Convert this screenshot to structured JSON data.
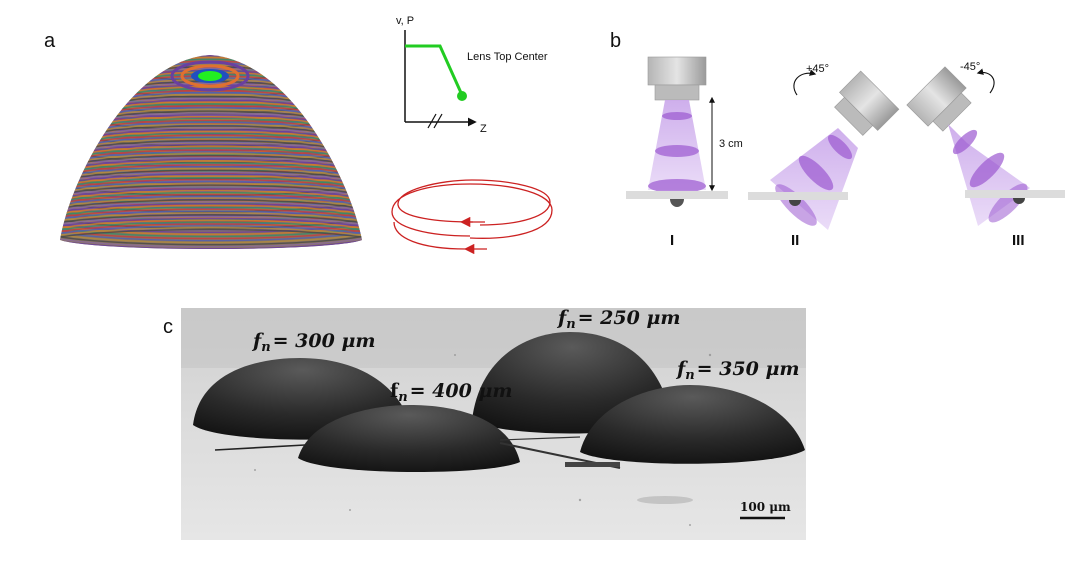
{
  "panels": {
    "a": {
      "label": "a",
      "graph": {
        "y_axis_label": "v, P",
        "x_axis_label": "Z",
        "curve_label": "Lens Top Center",
        "curve_color": "#22cc22"
      },
      "spiral_color": "#cc2222"
    },
    "b": {
      "label": "b",
      "height_label": "3 cm",
      "angle_left": "+45°",
      "angle_right": "-45°",
      "stages": [
        "I",
        "II",
        "III"
      ],
      "beam_color": "#9b59d0"
    },
    "c": {
      "label": "c",
      "lens_labels": [
        {
          "sub": "n",
          "value": "= 300 μm"
        },
        {
          "sub": "n",
          "value": "= 250 μm"
        },
        {
          "sub": "n",
          "value": "= 400 μm",
          "prefix_upright": true
        },
        {
          "sub": "n",
          "value": "= 350 μm"
        }
      ],
      "scale_bar": "100 μm"
    }
  }
}
